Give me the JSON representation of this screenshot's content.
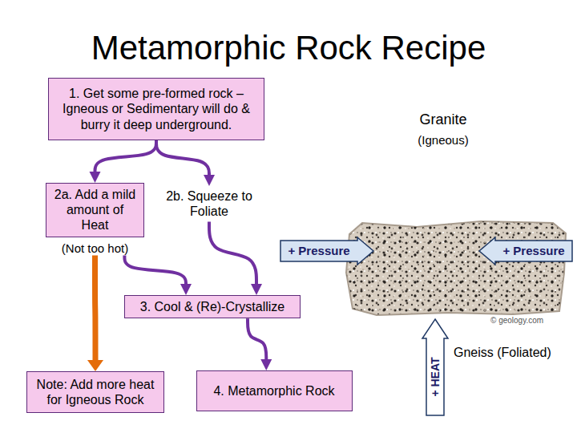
{
  "diagram": {
    "title": "Metamorphic Rock Recipe",
    "nodes": [
      {
        "text": [
          "1. Get some pre-formed rock – Igneous or Sedimentary will do & burry it deep underground."
        ]
      },
      {
        "text": [
          "2a. Add a mild amount of Heat",
          "(Not too hot)"
        ]
      },
      {
        "text": [
          "2b. Squeeze to Foliate"
        ]
      },
      {
        "text": [
          "3. Cool & (Re)-Crystallize"
        ]
      },
      {
        "text": [
          "Note: Add more heat for Igneous Rock"
        ]
      },
      {
        "text": [
          "4. Metamorphic Rock"
        ]
      },
      {
        "text": [
          "+ Pressure"
        ]
      },
      {
        "text": [
          "+ Pressure"
        ]
      },
      {
        "text": [
          "+ HEAT"
        ]
      }
    ],
    "edges": [
      {
        "from": 0,
        "to": 1,
        "arrow": "to"
      },
      {
        "from": 0,
        "to": 2,
        "arrow": "to"
      },
      {
        "from": 1,
        "to": 4,
        "arrow": "to"
      },
      {
        "from": 1,
        "to": 3,
        "arrow": "to"
      },
      {
        "from": 2,
        "to": 3,
        "arrow": "to"
      },
      {
        "from": 3,
        "to": 5,
        "arrow": "to"
      }
    ],
    "labels": [
      "Granite",
      "(Igneous)",
      "© geology.com",
      "Gneiss (Foliated)"
    ]
  }
}
